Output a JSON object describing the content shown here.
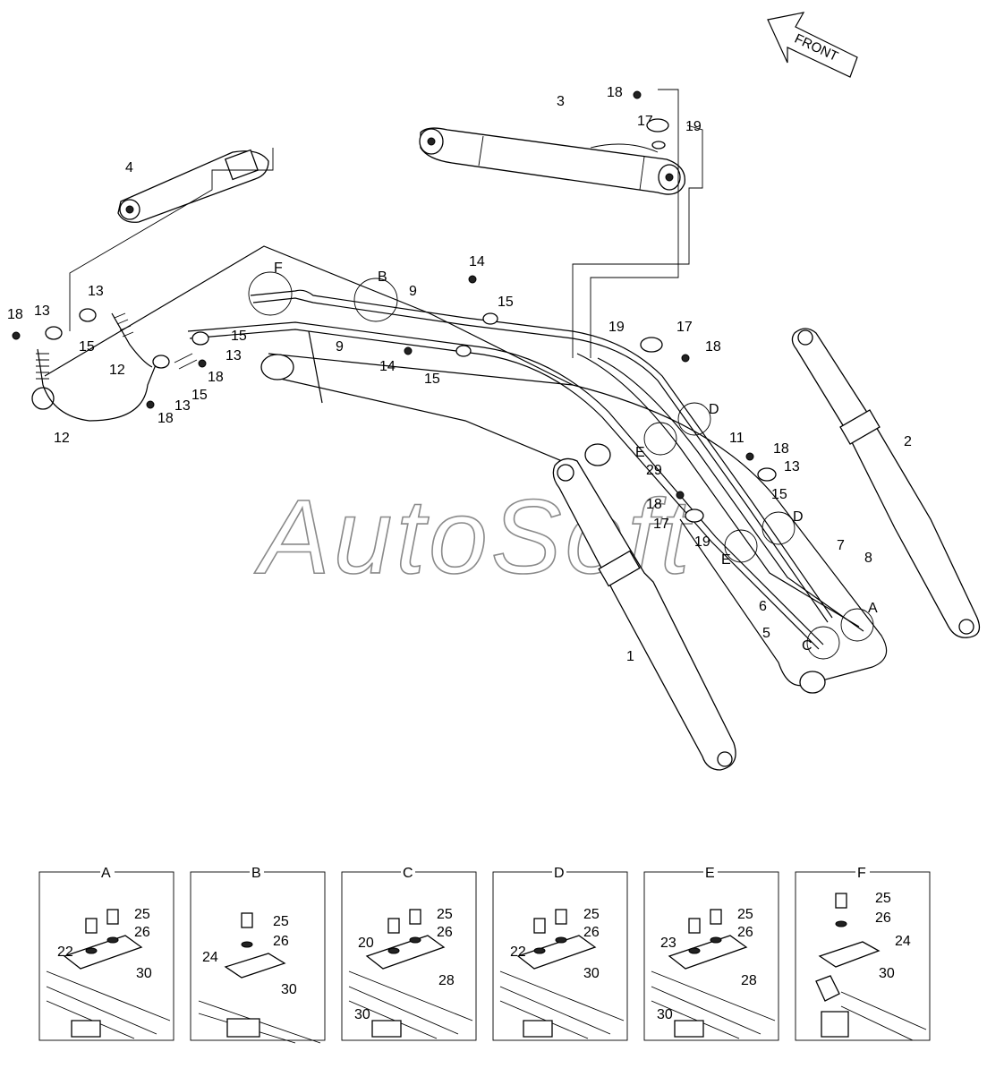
{
  "front_label": "FRONT",
  "watermark": "AutoSoft",
  "callouts": [
    "1",
    "2",
    "3",
    "4",
    "5",
    "6",
    "7",
    "8",
    "9",
    "11",
    "12",
    "13",
    "14",
    "15",
    "17",
    "18",
    "19",
    "29"
  ],
  "circle_refs": [
    "A",
    "B",
    "C",
    "D",
    "E",
    "F"
  ],
  "details": [
    {
      "letter": "A",
      "labels": [
        "25",
        "26",
        "22",
        "30"
      ]
    },
    {
      "letter": "B",
      "labels": [
        "25",
        "26",
        "24",
        "30"
      ]
    },
    {
      "letter": "C",
      "labels": [
        "25",
        "26",
        "20",
        "28",
        "30"
      ]
    },
    {
      "letter": "D",
      "labels": [
        "25",
        "26",
        "22",
        "30"
      ]
    },
    {
      "letter": "E",
      "labels": [
        "25",
        "26",
        "23",
        "28",
        "30"
      ]
    },
    {
      "letter": "F",
      "labels": [
        "25",
        "26",
        "24",
        "30"
      ]
    }
  ],
  "colors": {
    "line": "#000000",
    "watermark": "#8a8a8a"
  }
}
